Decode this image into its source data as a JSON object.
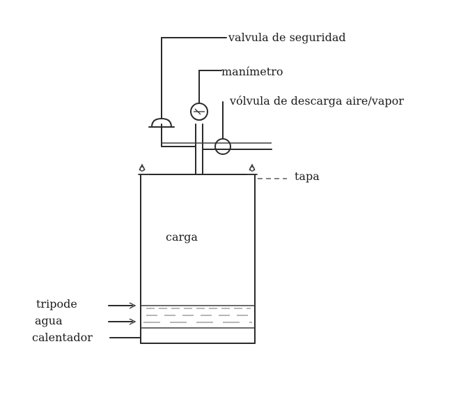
{
  "labels": {
    "valvula_seguridad": "valvula de seguridad",
    "manometro": "manímetro",
    "valvula_descarga": "vólvula de descarga aire/vapor",
    "tapa": "tapa",
    "carga": "carga",
    "tripode": "tripode",
    "agua": "agua",
    "calentador": "calentador"
  }
}
